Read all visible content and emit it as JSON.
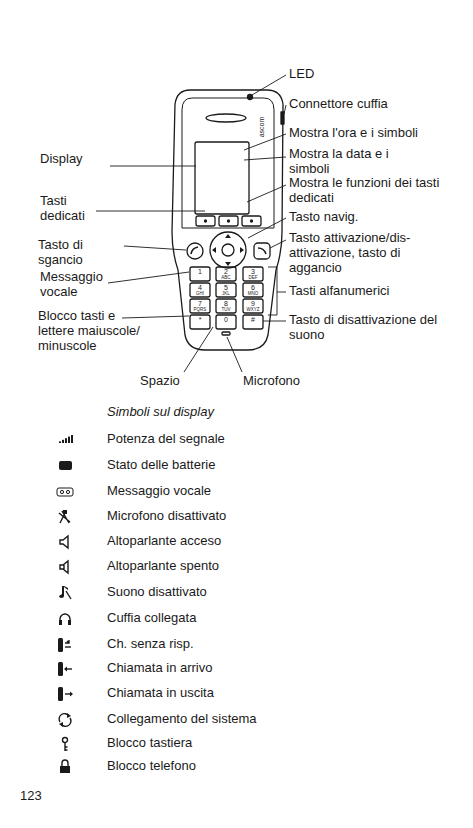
{
  "diagram": {
    "labels": [
      "LED",
      "Connettore cuffia",
      "Mostra l'ora e i simboli",
      "Display",
      "Mostra la data e i simboli",
      "Tasti dedicati",
      "Mostra le funzioni dei tasti dedicati",
      "Tasto navig.",
      "Tasto di sgancio",
      "Tasto attivazione/dis- attivazione, tasto di aggancio",
      "Messaggio vocale",
      "Tasti alfanumerici",
      "Blocco tasti e lettere maiuscole/ minuscole",
      "Tasto di disattivazione del suono",
      "Spazio",
      "Microfono",
      "ascom",
      "1",
      "2",
      "ABC",
      "3",
      "DEF",
      "4",
      "GHI",
      "5",
      "JKL",
      "6",
      "MNO",
      "7",
      "PQRS",
      "8",
      "TUV",
      "9",
      "WXYZ",
      "*",
      "0",
      "#",
      "Simboli sul display",
      "123"
    ],
    "legend": [
      {
        "text": "Potenza del segnale"
      },
      {
        "text": "Stato delle batterie"
      },
      {
        "text": "Messaggio vocale"
      },
      {
        "text": "Microfono disattivato"
      },
      {
        "text": "Altoparlante acceso"
      },
      {
        "text": "Altoparlante spento"
      },
      {
        "text": "Suono disattivato"
      },
      {
        "text": "Cuffia collegata"
      },
      {
        "text": "Ch. senza risp."
      },
      {
        "text": "Chiamata in arrivo"
      },
      {
        "text": "Chiamata in uscita"
      },
      {
        "text": "Collegamento del sistema"
      },
      {
        "text": "Blocco tastiera"
      },
      {
        "text": "Blocco telefono"
      }
    ]
  }
}
